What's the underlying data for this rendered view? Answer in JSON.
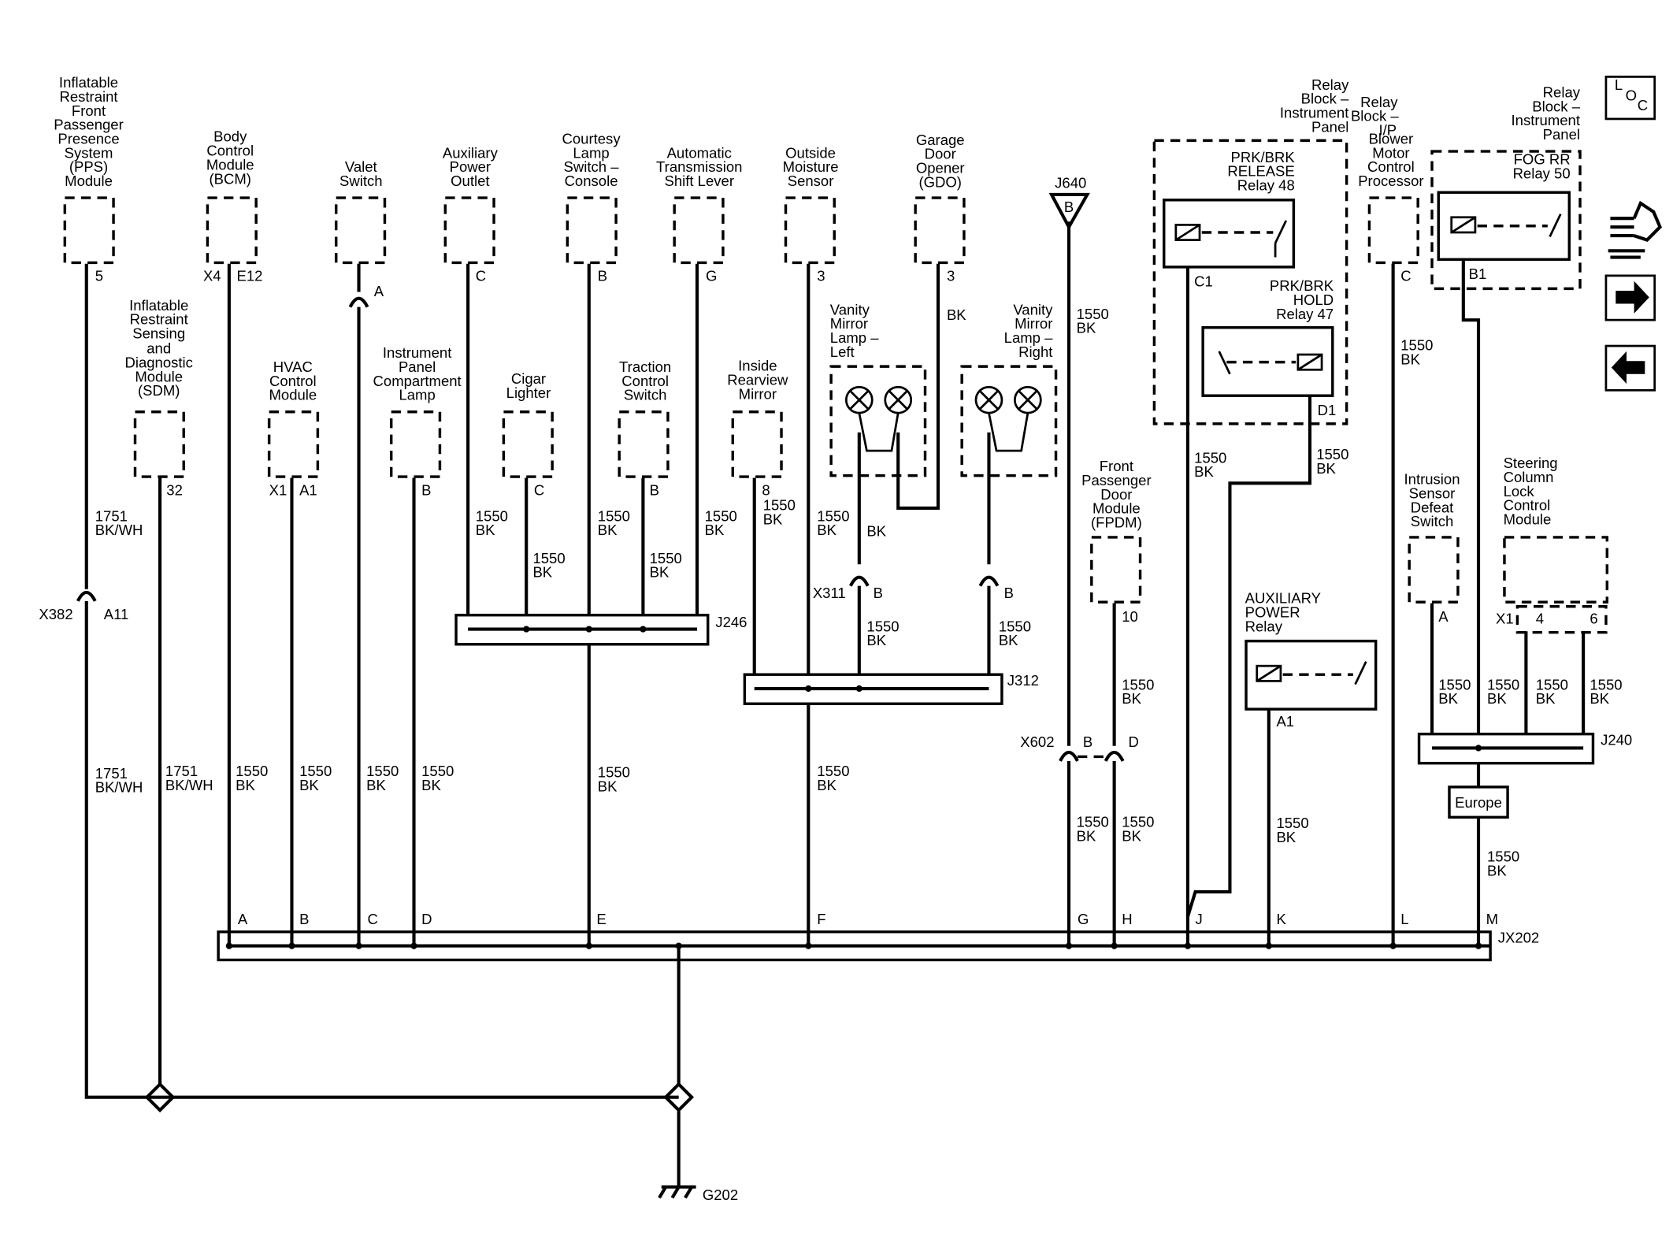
{
  "components": {
    "pps": [
      "Inflatable",
      "Restraint",
      "Front",
      "Passenger",
      "Presence",
      "System",
      "(PPS)",
      "Module"
    ],
    "bcm": [
      "Body",
      "Control",
      "Module",
      "(BCM)"
    ],
    "valet": [
      "Valet",
      "Switch"
    ],
    "aux_outlet": [
      "Auxiliary",
      "Power",
      "Outlet"
    ],
    "courtesy": [
      "Courtesy",
      "Lamp",
      "Switch –",
      "Console"
    ],
    "ats": [
      "Automatic",
      "Transmission",
      "Shift Lever"
    ],
    "moisture": [
      "Outside",
      "Moisture",
      "Sensor"
    ],
    "gdo": [
      "Garage",
      "Door",
      "Opener",
      "(GDO)"
    ],
    "relay_ip_1": [
      "Relay",
      "Block –",
      "Instrument",
      "Panel"
    ],
    "relay_ip_2": [
      "Relay",
      "Block –",
      "I/P"
    ],
    "blower": [
      "Blower",
      "Motor",
      "Control",
      "Processor"
    ],
    "relay_ip_3": [
      "Relay",
      "Block –",
      "Instrument",
      "Panel"
    ],
    "sdm": [
      "Inflatable",
      "Restraint",
      "Sensing",
      "and",
      "Diagnostic",
      "Module",
      "(SDM)"
    ],
    "hvac": [
      "HVAC",
      "Control",
      "Module"
    ],
    "ip_lamp": [
      "Instrument",
      "Panel",
      "Compartment",
      "Lamp"
    ],
    "cigar": [
      "Cigar",
      "Lighter"
    ],
    "traction": [
      "Traction",
      "Control",
      "Switch"
    ],
    "mirror": [
      "Inside",
      "Rearview",
      "Mirror"
    ],
    "vanity_left": [
      "Vanity",
      "Mirror",
      "Lamp –",
      "Left"
    ],
    "vanity_right": [
      "Vanity",
      "Mirror",
      "Lamp –",
      "Right"
    ],
    "fpdm": [
      "Front",
      "Passenger",
      "Door",
      "Module",
      "(FPDM)"
    ],
    "prk_release": [
      "PRK/BRK",
      "RELEASE",
      "Relay 48"
    ],
    "prk_hold": [
      "PRK/BRK",
      "HOLD",
      "Relay 47"
    ],
    "fog_rr": [
      "FOG RR",
      "Relay 50"
    ],
    "aux_relay": [
      "AUXILIARY",
      "POWER",
      "Relay"
    ],
    "intrusion": [
      "Intrusion",
      "Sensor",
      "Defeat",
      "Switch"
    ],
    "steering": [
      "Steering",
      "Column",
      "Lock",
      "Control",
      "Module"
    ]
  },
  "pins": {
    "pps": "5",
    "bcm_x4": "X4",
    "bcm_e12": "E12",
    "valet": "A",
    "valet_inline": "A",
    "aux_outlet": "C",
    "courtesy": "B",
    "ats": "G",
    "moisture": "3",
    "gdo": "3",
    "blower": "C",
    "sdm": "32",
    "hvac_x1": "X1",
    "hvac_a1": "A1",
    "ip_lamp": "B",
    "cigar": "C",
    "traction": "B",
    "mirror": "8",
    "c1": "C1",
    "d1": "D1",
    "b1": "B1",
    "aux_a1": "A1",
    "fpdm": "10",
    "intrusion": "A",
    "steering_x1": "X1",
    "steering_4": "4",
    "steering_6": "6",
    "x382_a11": "A11",
    "x311_b": "B",
    "x311_b2": "B",
    "x602_b": "B",
    "x602_d": "D",
    "j640_b": "B"
  },
  "connectors": {
    "x382": "X382",
    "x311": "X311",
    "x602": "X602",
    "j640": "J640",
    "j246": "J246",
    "j312": "J312",
    "j240": "J240",
    "jx202": "JX202",
    "g202": "G202",
    "europe": "Europe"
  },
  "bus_pins": [
    "A",
    "B",
    "C",
    "D",
    "E",
    "F",
    "G",
    "H",
    "J",
    "K",
    "L",
    "M"
  ],
  "wires": {
    "c1751": "1751",
    "bkwh": "BK/WH",
    "c1550": "1550",
    "bk": "BK"
  },
  "nav": {
    "loc_l": "L",
    "loc_o": "O",
    "loc_c": "C"
  }
}
